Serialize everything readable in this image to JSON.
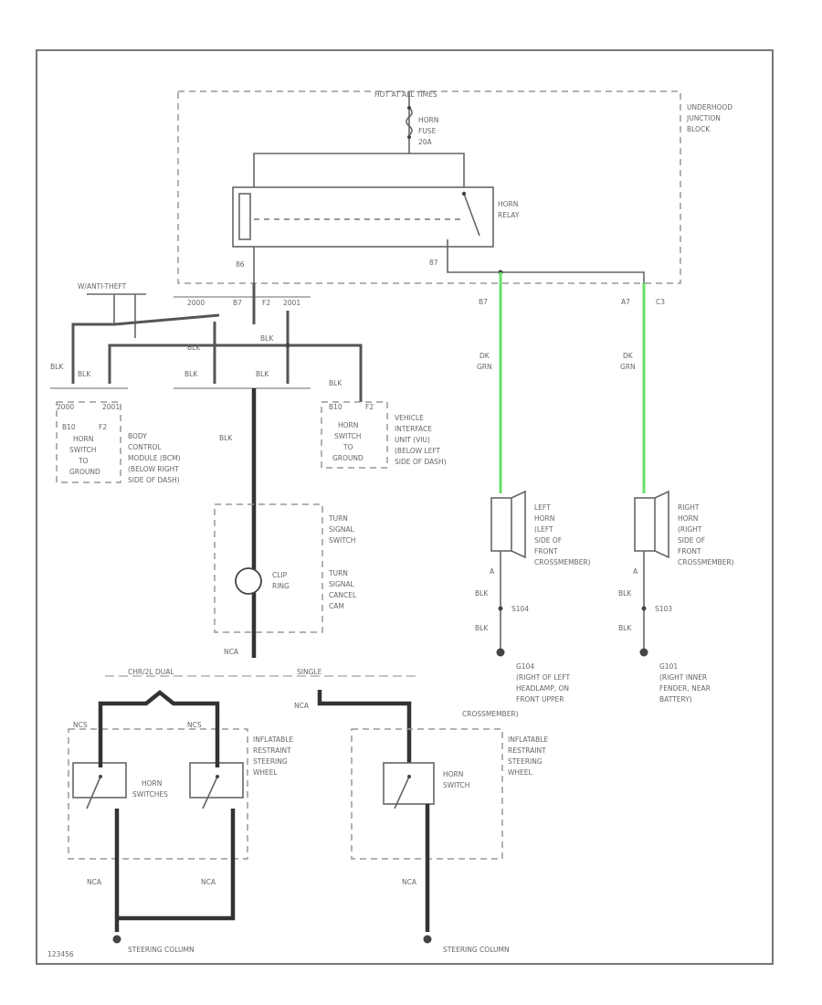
{
  "labels": {
    "hot_at_all_times": "HOT AT ALL TIMES",
    "horn_fuse": [
      "HORN",
      "FUSE",
      "20A"
    ],
    "underhood_junction_block": [
      "UNDERHOOD",
      "JUNCTION",
      "BLOCK"
    ],
    "horn_relay": [
      "HORN",
      "RELAY"
    ],
    "pin_86": "86",
    "pin_87": "87",
    "pin_87b": "B7",
    "pin_a7": "A7",
    "conn_c3": "C3",
    "wire_dk_grn": [
      "DK",
      "GRN"
    ],
    "w_shown_left": "W/ANTI-THEFT",
    "c_pins_top": [
      "2000",
      "B7",
      "F2",
      "2001"
    ],
    "blk": "BLK",
    "horn_switch_to_ground_left": [
      "2000",
      "2001",
      "B10",
      "F2",
      "HORN",
      "SWITCH",
      "TO",
      "GROUND"
    ],
    "bcm_text": [
      "BODY",
      "CONTROL",
      "MODULE (BCM)",
      "(BELOW RIGHT",
      "SIDE OF DASH)"
    ],
    "vic_pins": [
      "B10",
      "F2",
      "HORN",
      "SWITCH",
      "TO",
      "GROUND"
    ],
    "vic_text": [
      "VEHICLE",
      "INTERFACE",
      "UNIT (VIU)",
      "(BELOW LEFT",
      "SIDE OF DASH)"
    ],
    "turn_signal_switch": [
      "TURN",
      "SIGNAL",
      "SWITCH"
    ],
    "clip_ring": [
      "CLIP",
      "RING"
    ],
    "turn_signal_cancel_cam": [
      "TURN",
      "SIGNAL",
      "CANCEL",
      "CAM"
    ],
    "wire_nca": "NCA",
    "left_horn": [
      "LEFT",
      "HORN",
      "(LEFT",
      "SIDE OF",
      "FRONT",
      "CROSSMEMBER)"
    ],
    "right_horn": [
      "RIGHT",
      "HORN",
      "(RIGHT",
      "SIDE OF",
      "FRONT",
      "CROSSMEMBER)"
    ],
    "pin_a": "A",
    "splice_left": "S104",
    "splice_right": "S103",
    "ground_left": [
      "G104",
      "(RIGHT OF LEFT",
      "HEADLAMP, ON",
      "FRONT UPPER",
      "CROSSMEMBER)"
    ],
    "ground_right": [
      "G101",
      "(RIGHT INNER",
      "FENDER, NEAR",
      "BATTERY)"
    ],
    "chrysler_dual": "CHR/2L DUAL",
    "single": "SINGLE",
    "pin_ncs": [
      "NCS",
      "NCS"
    ],
    "wire_nca2": "NCA",
    "irs_left": [
      "INFLATABLE",
      "RESTRAINT",
      "STEERING",
      "WHEEL"
    ],
    "horn_switches": [
      "HORN",
      "SWITCHES"
    ],
    "irs_right": [
      "INFLATABLE",
      "RESTRAINT",
      "STEERING",
      "WHEEL"
    ],
    "horn_switch": [
      "HORN",
      "SWITCH"
    ],
    "steering_column": "STEERING COLUMN",
    "footer_id": "123456"
  }
}
